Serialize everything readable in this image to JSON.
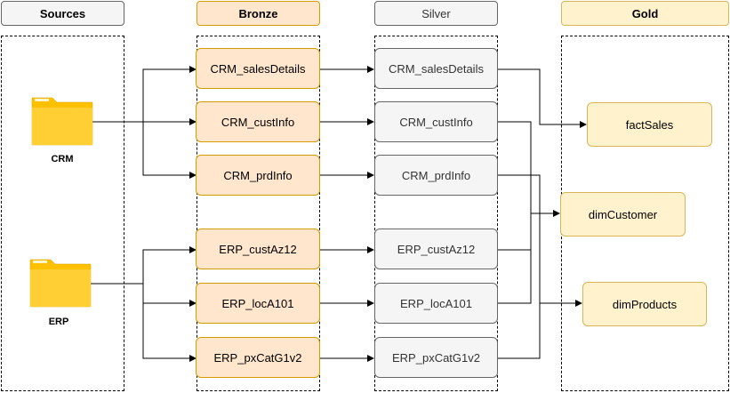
{
  "headers": {
    "sources": "Sources",
    "bronze": "Bronze",
    "silver": "Silver",
    "gold": "Gold"
  },
  "sources": {
    "crm": "CRM",
    "erp": "ERP"
  },
  "bronze": {
    "crm_sales": "CRM_salesDetails",
    "crm_cust": "CRM_custInfo",
    "crm_prd": "CRM_prdInfo",
    "erp_cust": "ERP_custAz12",
    "erp_loc": "ERP_locA101",
    "erp_px": "ERP_pxCatG1v2"
  },
  "silver": {
    "crm_sales": "CRM_salesDetails",
    "crm_cust": "CRM_custInfo",
    "crm_prd": "CRM_prdInfo",
    "erp_cust": "ERP_custAz12",
    "erp_loc": "ERP_locA101",
    "erp_px": "ERP_pxCatG1v2"
  },
  "gold": {
    "fact_sales": "factSales",
    "dim_customer": "dimCustomer",
    "dim_products": "dimProducts"
  },
  "colors": {
    "bronze_fill": "#ffe6cc",
    "bronze_stroke": "#d79b00",
    "silver_fill": "#f5f5f5",
    "silver_stroke": "#666666",
    "gold_fill": "#fff2cc",
    "gold_stroke": "#d6b656",
    "folder": "#ffc000"
  },
  "icons": {
    "crm": "folder-icon",
    "erp": "folder-icon"
  }
}
